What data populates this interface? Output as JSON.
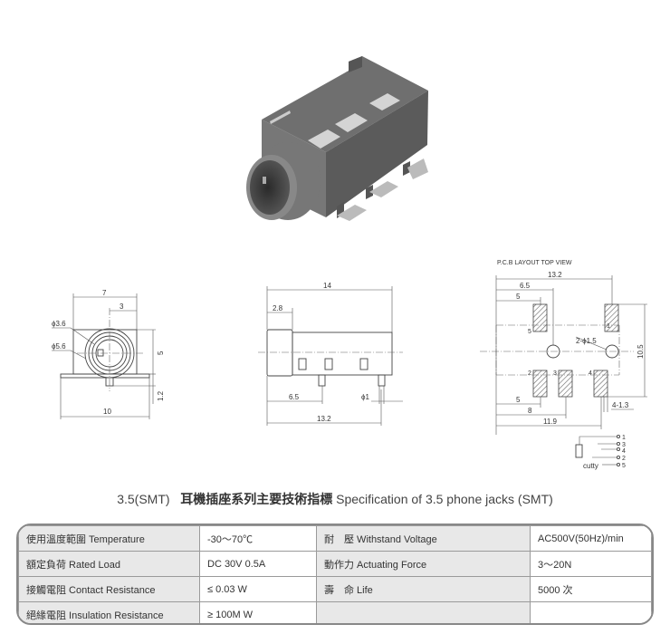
{
  "drawings": {
    "front": {
      "d_inner": "ϕ3.6",
      "d_outer": "ϕ5.6",
      "w7": "7",
      "w3": "3",
      "h5": "5",
      "h12": "1.2",
      "w10": "10"
    },
    "side": {
      "l14": "14",
      "l28": "2.8",
      "l65": "6.5",
      "phi1": "ϕ1",
      "l132": "13.2"
    },
    "pcb": {
      "heading": "P.C.B LAYOUT    TOP VIEW",
      "l132": "13.2",
      "l65": "6.5",
      "l5a": "5",
      "hole": "2-ϕ1.5",
      "h105": "10.5",
      "l5b": "5",
      "l8": "8",
      "l119": "11.9",
      "pad": "4-1.3",
      "pins": [
        "1",
        "2",
        "3",
        "4",
        "5"
      ],
      "cutty": "cutty"
    }
  },
  "title": {
    "prefix": "3.5(SMT)",
    "cn": "耳機插座系列主要技術指標",
    "en": "Specification of 3.5 phone jacks (SMT)"
  },
  "spec_rows": [
    {
      "k1": "使用溫度範圍 Temperature",
      "v1": "-30～70℃",
      "k2": "耐　壓 Withstand Voltage",
      "v2": "AC500V(50Hz)/min"
    },
    {
      "k1": "額定負荷 Rated Load",
      "v1": "DC 30V 0.5A",
      "k2": "動作力 Actuating Force",
      "v2": "3～20N"
    },
    {
      "k1": "接觸電阻 Contact Resistance",
      "v1": "≤ 0.03 W",
      "k2": "壽　命 Life",
      "v2": "5000 次"
    },
    {
      "k1": "絕緣電阻 Insulation Resistance",
      "v1": "≥ 100M W",
      "k2": "",
      "v2": ""
    }
  ]
}
